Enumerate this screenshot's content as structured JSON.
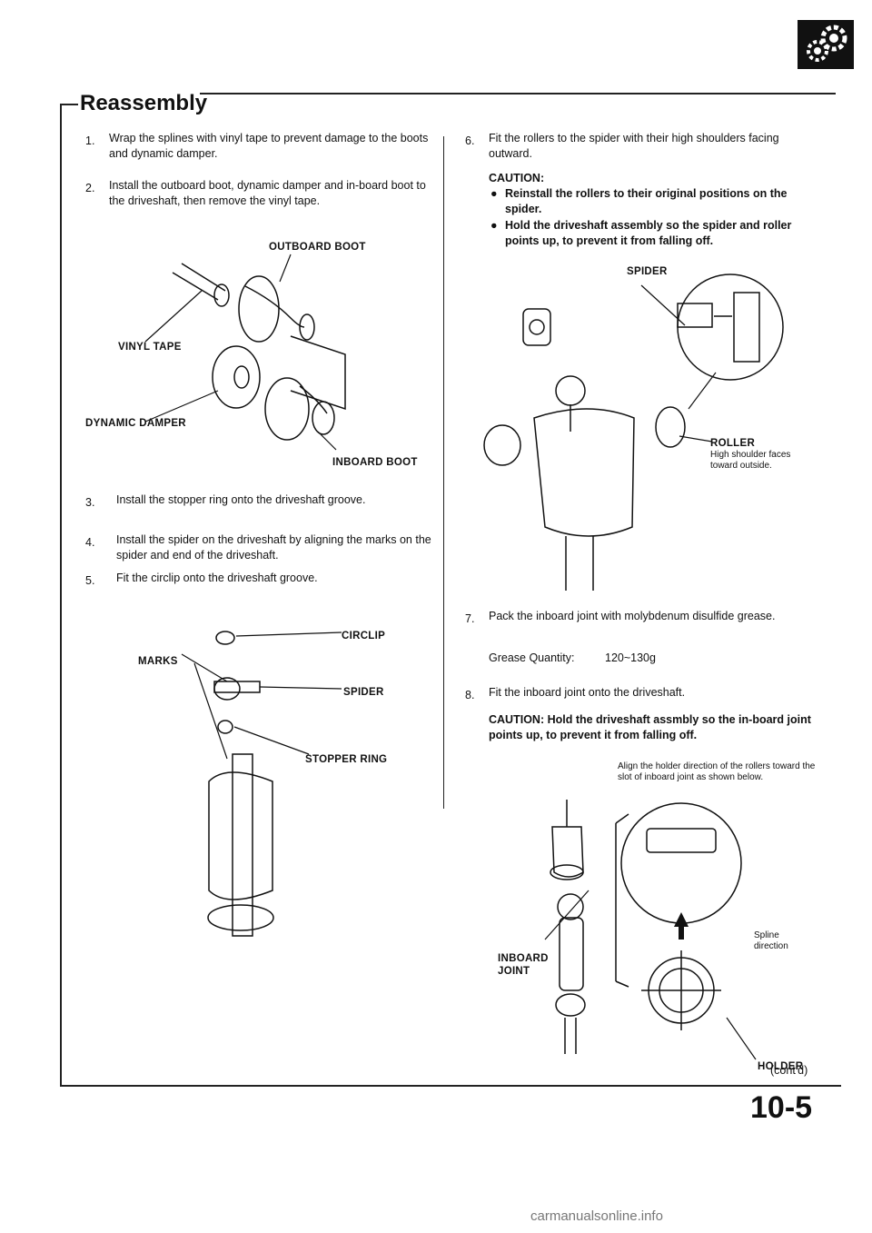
{
  "section": {
    "title": "Reassembly"
  },
  "left_steps": [
    {
      "num": "1.",
      "text": "Wrap the splines with vinyl tape to prevent damage to the boots and dynamic damper."
    },
    {
      "num": "2.",
      "text": "Install the outboard boot, dynamic damper and in-board boot to the driveshaft, then remove the vinyl tape."
    },
    {
      "num": "3.",
      "text": "Install the stopper ring onto the driveshaft groove."
    },
    {
      "num": "4.",
      "text": "Install the spider on the driveshaft by aligning the marks on the spider and end of the driveshaft."
    },
    {
      "num": "5.",
      "text": "Fit the circlip onto the driveshaft groove."
    }
  ],
  "fig1": {
    "outboard_boot": "OUTBOARD BOOT",
    "vinyl_tape": "VINYL TAPE",
    "dynamic_damper": "DYNAMIC DAMPER",
    "inboard_boot": "INBOARD BOOT"
  },
  "fig2": {
    "circlip": "CIRCLIP",
    "marks": "MARKS",
    "spider": "SPIDER",
    "stopper_ring": "STOPPER RING"
  },
  "step6": {
    "num": "6.",
    "text": "Fit the rollers to the spider with their high shoulders facing outward.",
    "caution_title": "CAUTION:",
    "bullets": [
      "Reinstall the rollers to their original positions on the spider.",
      "Hold the driveshaft assembly so the spider and roller points up, to prevent it from falling off."
    ]
  },
  "fig3": {
    "spider": "SPIDER",
    "roller": "ROLLER",
    "roller_note": "High shoulder faces toward outside."
  },
  "step7": {
    "num": "7.",
    "text": "Pack the inboard joint with molybdenum disulfide grease.",
    "grease_label": "Grease Quantity:",
    "grease_value": "120~130g"
  },
  "step8": {
    "num": "8.",
    "text": "Fit the inboard joint onto the driveshaft.",
    "caution": "CAUTION: Hold the driveshaft assmbly so the in-board joint points up, to prevent it from falling off."
  },
  "fig4": {
    "note": "Align the holder direction of the rollers toward the slot of inboard joint as shown below.",
    "spline_direction": "Spline direction",
    "inboard_joint": "INBOARD JOINT",
    "holder": "HOLDER"
  },
  "footer": {
    "contd": "(cont'd)",
    "page_number": "10-5",
    "watermark": "carmanualsonline.info"
  }
}
